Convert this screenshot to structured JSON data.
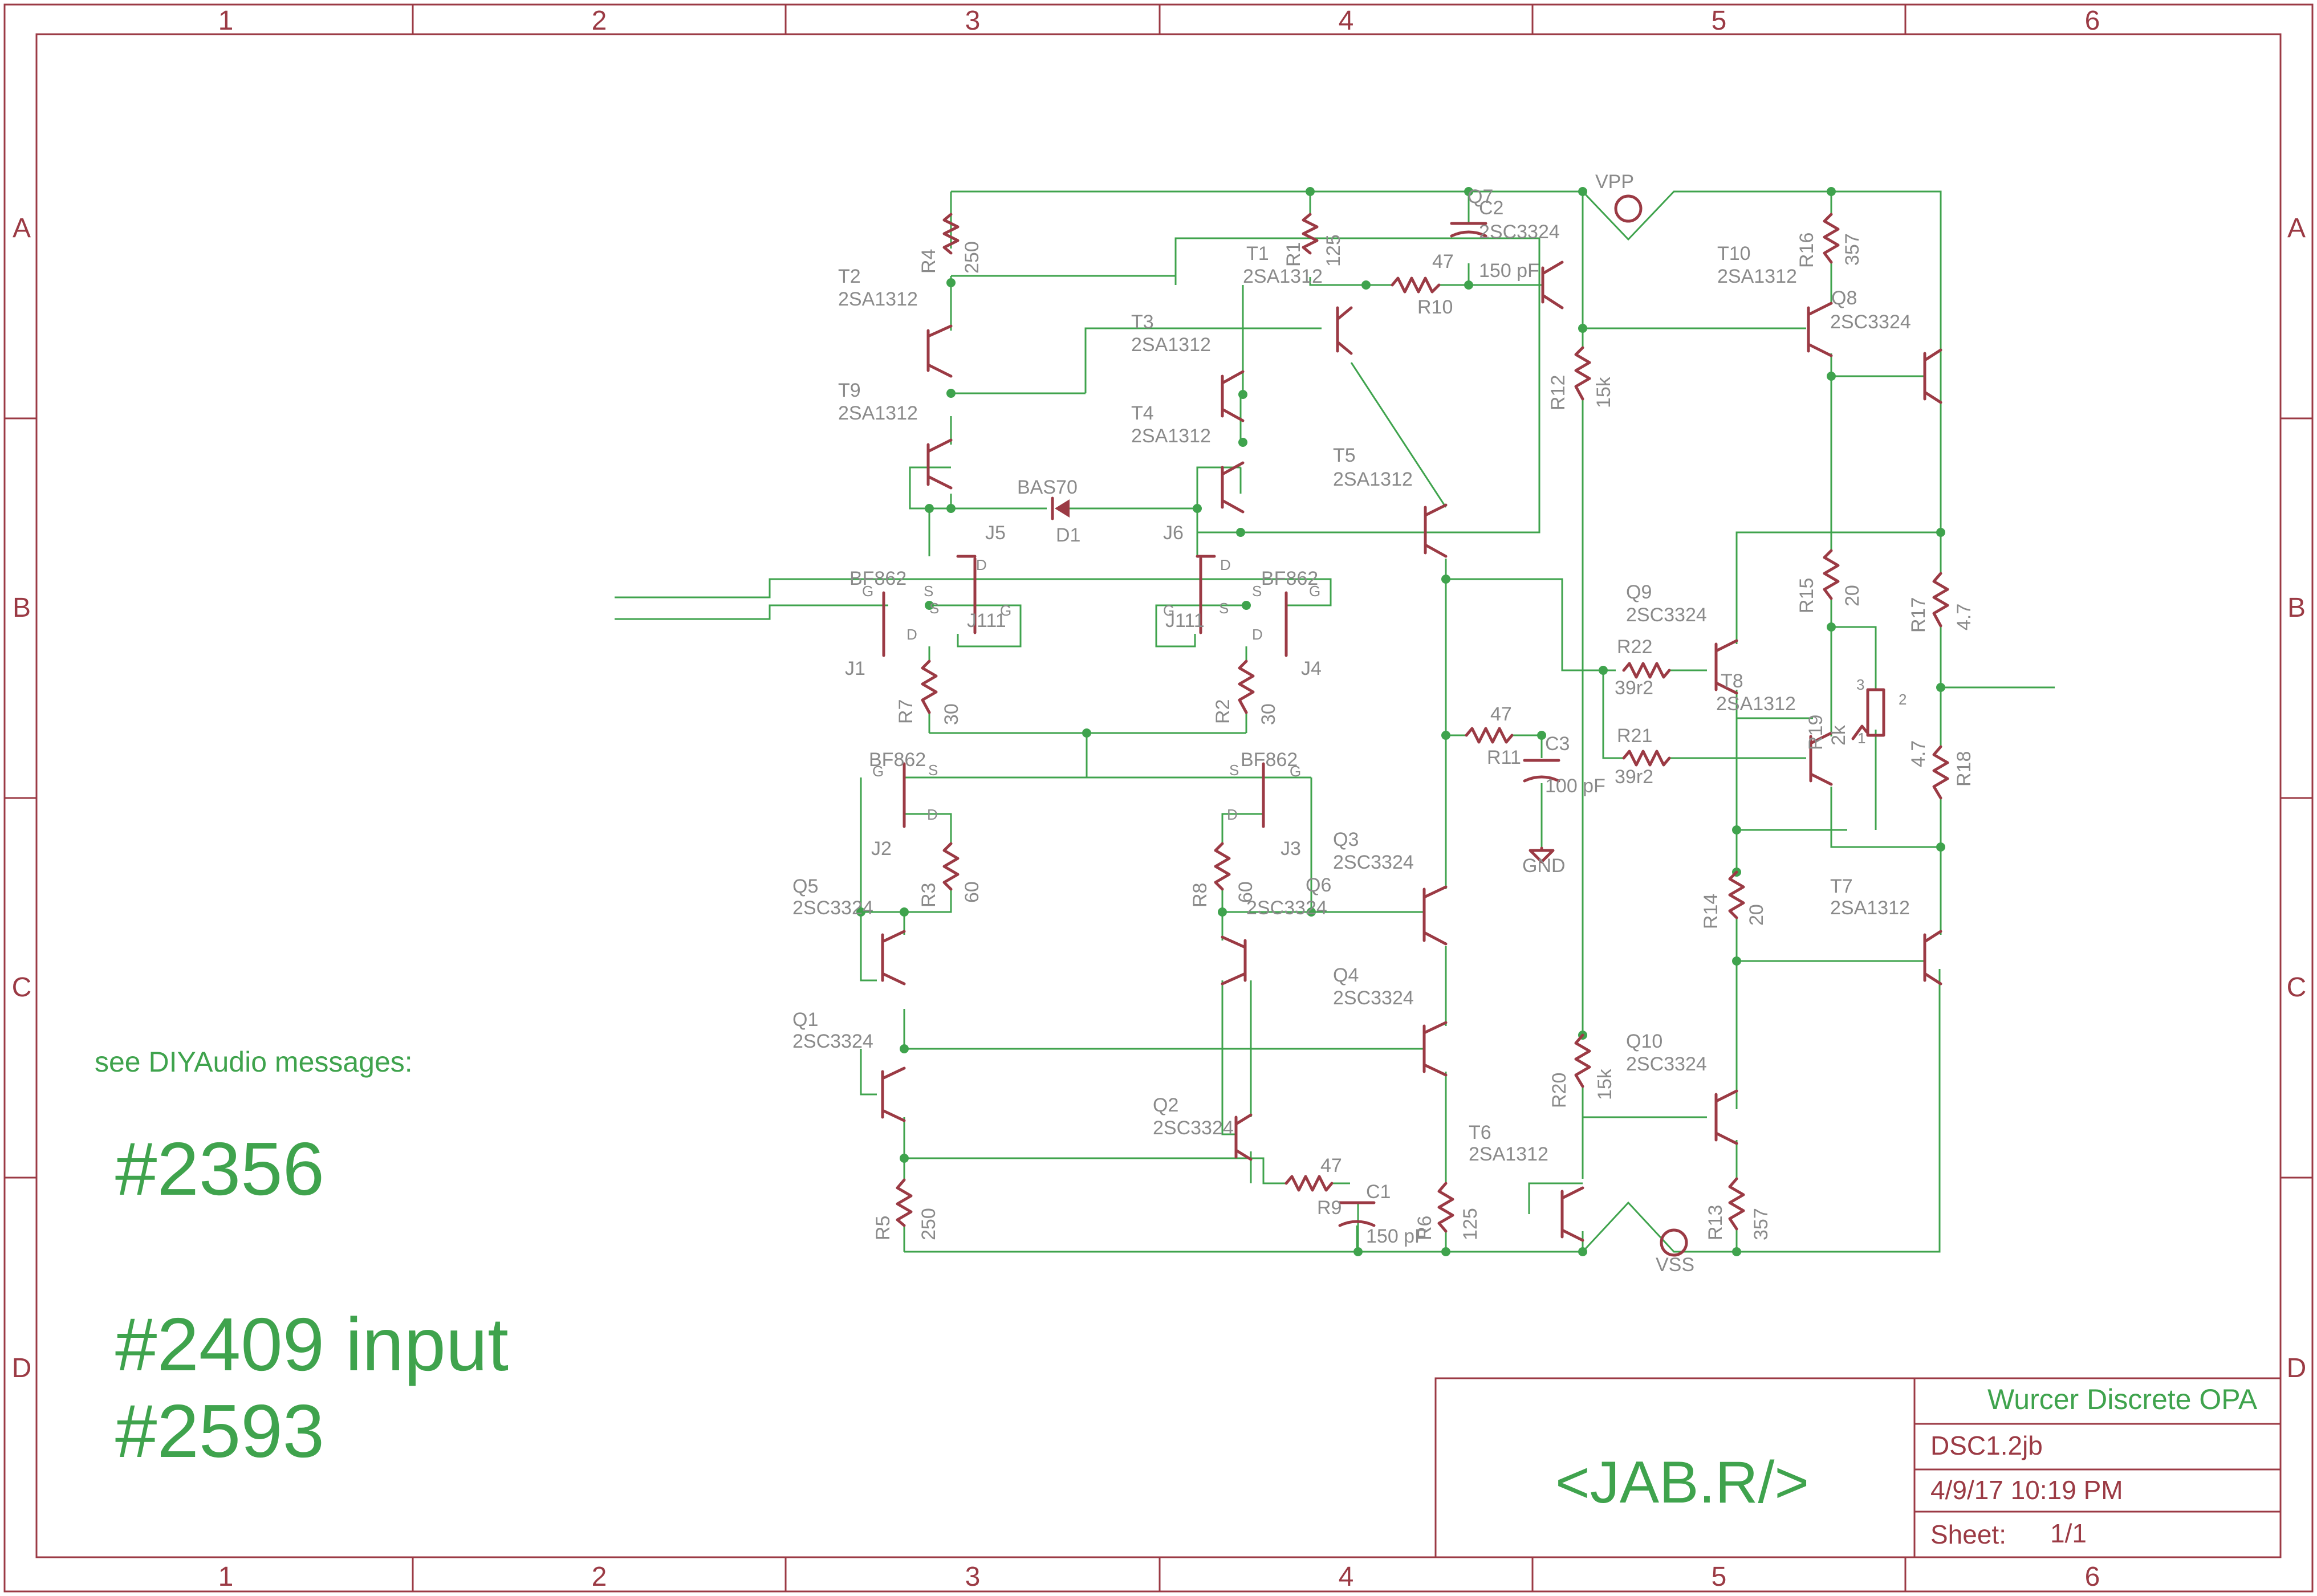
{
  "title_block": {
    "title": "Wurcer Discrete OPA",
    "drawing": "DSC1.2jb",
    "date": "4/9/17 10:19 PM",
    "sheet_label": "Sheet:",
    "sheet_value": "1/1",
    "signature": "<JAB.R/>"
  },
  "notes": {
    "header": "see DIYAudio messages:",
    "m1": "#2356",
    "m2": "#2409 input",
    "m3": "#2593"
  },
  "zones": {
    "columns": [
      "1",
      "2",
      "3",
      "4",
      "5",
      "6"
    ],
    "rows": [
      "A",
      "B",
      "C",
      "D"
    ]
  },
  "parts": {
    "R4": {
      "ref": "R4",
      "value": "250"
    },
    "R1": {
      "ref": "R1",
      "value": "125"
    },
    "R10": {
      "ref": "R10",
      "value": "47"
    },
    "C2": {
      "ref": "C2",
      "value": "150 pF"
    },
    "Q7": {
      "ref": "Q7",
      "value": "2SC3324"
    },
    "R12": {
      "ref": "R12",
      "value": "15k"
    },
    "R16": {
      "ref": "R16",
      "value": "357"
    },
    "T10": {
      "ref": "T10",
      "value": "2SA1312"
    },
    "Q8": {
      "ref": "Q8",
      "value": "2SC3324"
    },
    "T1": {
      "ref": "T1",
      "value": "2SA1312"
    },
    "T2": {
      "ref": "T2",
      "value": "2SA1312"
    },
    "T3": {
      "ref": "T3",
      "value": "2SA1312"
    },
    "T9": {
      "ref": "T9",
      "value": "2SA1312"
    },
    "T4": {
      "ref": "T4",
      "value": "2SA1312"
    },
    "T5": {
      "ref": "T5",
      "value": "2SA1312"
    },
    "D1": {
      "ref": "D1",
      "value": "BAS70"
    },
    "J5": {
      "ref": "J5",
      "value": "J111"
    },
    "J6": {
      "ref": "J6",
      "value": "J111"
    },
    "J1": {
      "ref": "J1",
      "value": "BF862"
    },
    "J4": {
      "ref": "J4",
      "value": "BF862"
    },
    "R7": {
      "ref": "R7",
      "value": "30"
    },
    "R2": {
      "ref": "R2",
      "value": "30"
    },
    "Q9": {
      "ref": "Q9",
      "value": "2SC3324"
    },
    "R22": {
      "ref": "R22",
      "value": "39r2"
    },
    "R21": {
      "ref": "R21",
      "value": "39r2"
    },
    "T8": {
      "ref": "T8",
      "value": "2SA1312"
    },
    "R15": {
      "ref": "R15",
      "value": "20"
    },
    "R17": {
      "ref": "R17",
      "value": "4.7"
    },
    "R18": {
      "ref": "R18",
      "value": "4.7"
    },
    "R19": {
      "ref": "R19",
      "value": "2k"
    },
    "R11": {
      "ref": "R11",
      "value": "47"
    },
    "C3": {
      "ref": "C3",
      "value": "100 pF"
    },
    "GND": {
      "ref": "GND"
    },
    "J2": {
      "ref": "J2",
      "value": "BF862"
    },
    "J3": {
      "ref": "J3",
      "value": "BF862"
    },
    "R3": {
      "ref": "R3",
      "value": "60"
    },
    "R8": {
      "ref": "R8",
      "value": "60"
    },
    "Q5": {
      "ref": "Q5",
      "value": "2SC3324"
    },
    "Q6": {
      "ref": "Q6",
      "value": "2SC3324"
    },
    "Q3": {
      "ref": "Q3",
      "value": "2SC3324"
    },
    "Q4": {
      "ref": "Q4",
      "value": "2SC3324"
    },
    "Q1": {
      "ref": "Q1",
      "value": "2SC3324"
    },
    "Q2": {
      "ref": "Q2",
      "value": "2SC3324"
    },
    "R14": {
      "ref": "R14",
      "value": "20"
    },
    "T7": {
      "ref": "T7",
      "value": "2SA1312"
    },
    "R20": {
      "ref": "R20",
      "value": "15k"
    },
    "Q10": {
      "ref": "Q10",
      "value": "2SC3324"
    },
    "T6": {
      "ref": "T6",
      "value": "2SA1312"
    },
    "R9": {
      "ref": "R9",
      "value": "47"
    },
    "C1": {
      "ref": "C1",
      "value": "150 pF"
    },
    "R5": {
      "ref": "R5",
      "value": "250"
    },
    "R6": {
      "ref": "R6",
      "value": "125"
    },
    "R13": {
      "ref": "R13",
      "value": "357"
    },
    "VPP": {
      "ref": "VPP"
    },
    "VSS": {
      "ref": "VSS"
    }
  },
  "pins": {
    "D": "D",
    "G": "G",
    "S": "S",
    "one": "1",
    "two": "2",
    "three": "3"
  }
}
